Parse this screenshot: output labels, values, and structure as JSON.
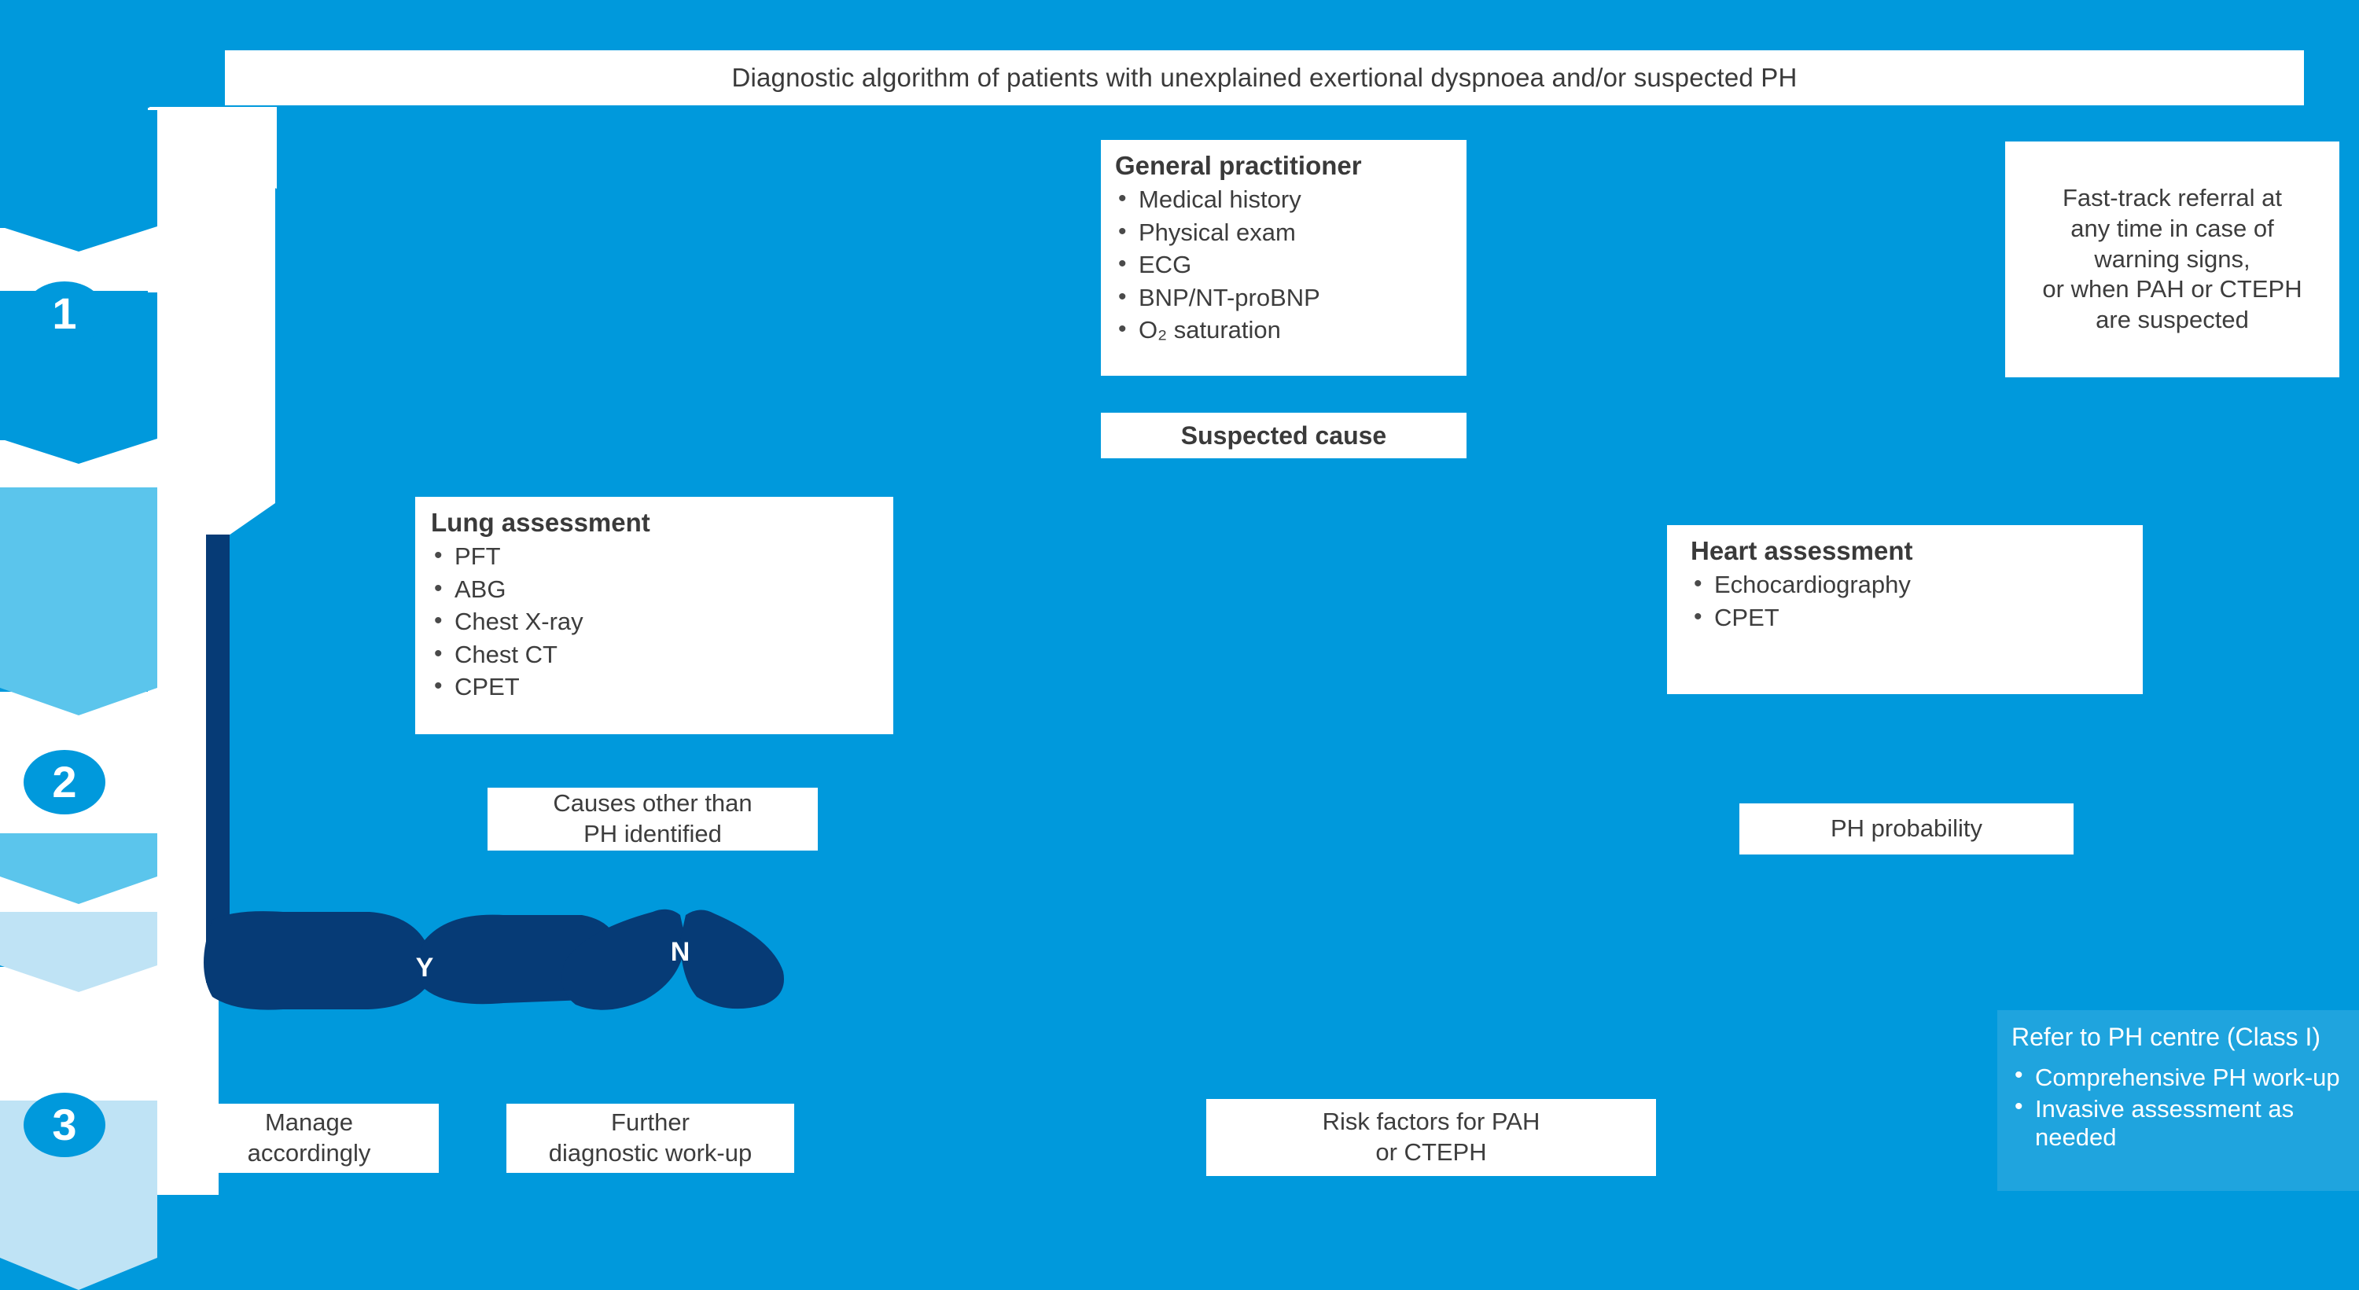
{
  "theme": {
    "background_blue": "#0099DC",
    "ribbon_blue_1": "#0099DC",
    "ribbon_blue_2": "#5BC5EC",
    "ribbon_blue_3": "#BFE3F5",
    "navy": "#063B76",
    "panel_blue": "#1FA4DE",
    "card_white": "#FFFFFF",
    "text_dark": "#3D3D3D"
  },
  "header": {
    "title": "Diagnostic algorithm of patients with unexplained exertional dyspnoea and/or suspected PH"
  },
  "steps": [
    {
      "number": "1"
    },
    {
      "number": "2"
    },
    {
      "number": "3"
    }
  ],
  "boxes": {
    "general_practitioner": {
      "heading": "General practitioner",
      "items": [
        "Medical history",
        "Physical exam",
        "ECG",
        "BNP/NT-proBNP",
        "O₂ saturation"
      ]
    },
    "suspected_cause": {
      "label": "Suspected cause"
    },
    "fast_track": {
      "lines": [
        "Fast-track referral at",
        "any time in case of",
        "warning signs,",
        "or when PAH or CTEPH",
        "are suspected"
      ]
    },
    "lung_assessment": {
      "heading": "Lung assessment",
      "items": [
        "PFT",
        "ABG",
        "Chest X-ray",
        "Chest CT",
        "CPET"
      ]
    },
    "heart_assessment": {
      "heading": "Heart assessment",
      "items": [
        "Echocardiography",
        "CPET"
      ]
    },
    "causes_other": {
      "lines": [
        "Causes other than",
        "PH identified"
      ]
    },
    "ph_probability": {
      "label": "PH probability"
    },
    "manage_accordingly": {
      "lines": [
        "Manage",
        "accordingly"
      ]
    },
    "further_workup": {
      "lines": [
        "Further",
        "diagnostic work-up"
      ]
    },
    "risk_factors": {
      "lines": [
        "Risk factors for PAH",
        "or CTEPH"
      ]
    },
    "refer_ph_centre": {
      "heading": "Refer to PH centre (Class I)",
      "items": [
        "Comprehensive PH work-up",
        "Invasive assessment as needed"
      ]
    }
  },
  "decisions": {
    "yes": {
      "label": "Y"
    },
    "no": {
      "label": "N"
    }
  }
}
